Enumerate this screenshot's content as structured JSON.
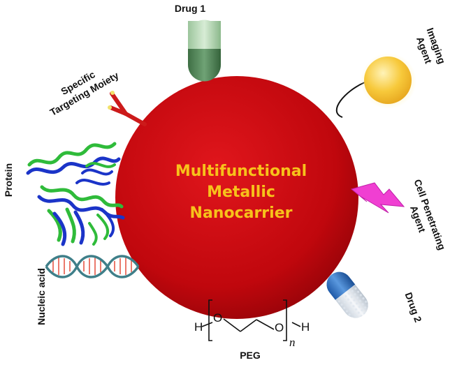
{
  "center_label": [
    "Multifunctional",
    "Metallic",
    "Nanocarrier"
  ],
  "labels": {
    "drug1": "Drug 1",
    "imaging": [
      "Imaging",
      "Agent"
    ],
    "cpa": [
      "Cell Penetrating",
      "Agent"
    ],
    "drug2": "Drug 2",
    "peg": "PEG",
    "nucleic": "Nucleic acid",
    "protein": "Protein",
    "targeting": [
      "Specific",
      "Targeting Moiety"
    ]
  },
  "peg_formula": {
    "h_left": "H",
    "o_left": "O",
    "o_right": "O",
    "h_right": "H",
    "n": "n"
  },
  "colors": {
    "sphere": "#c0070d",
    "center_text": "#f7c21b",
    "drug1_capsule": "#5b8e60",
    "imaging_sphere": "#f5c233",
    "lightning": "#f03fd2",
    "drug2_capsule": "#2d6dbb",
    "antibody": "#cc1a1a",
    "dna_strand": "#3f7f89",
    "dna_rungs": "#e44c3a",
    "protein_blue": "#1b34c8",
    "protein_green": "#2fbb3a"
  },
  "icons": [
    "capsule-icon",
    "imaging-sphere-icon",
    "lightning-icon",
    "antibody-icon",
    "protein-icon",
    "dna-helix-icon",
    "peg-structure-icon"
  ]
}
